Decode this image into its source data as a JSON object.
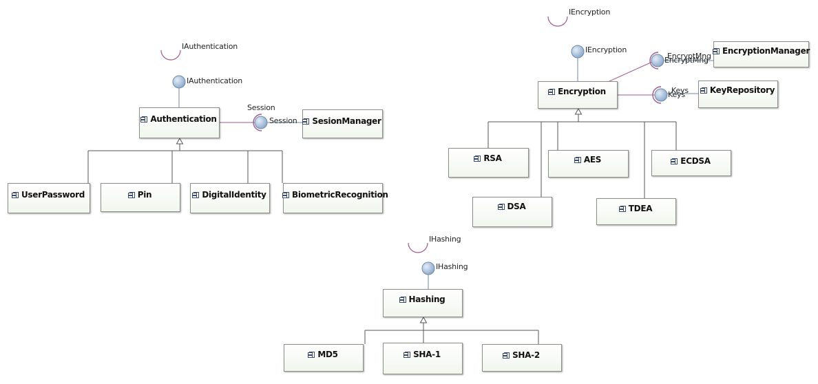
{
  "diagram": {
    "components": {
      "authentication": "Authentication",
      "sesion_manager": "SesionManager",
      "user_password": "UserPassword",
      "pin": "Pin",
      "digital_identity": "DigitalIdentity",
      "biometric_recognition": "BiometricRecognition",
      "encryption": "Encryption",
      "encryption_manager": "EncryptionManager",
      "key_repository": "KeyRepository",
      "rsa": "RSA",
      "aes": "AES",
      "ecdsa": "ECDSA",
      "dsa": "DSA",
      "tdea": "TDEA",
      "hashing": "Hashing",
      "md5": "MD5",
      "sha1": "SHA-1",
      "sha2": "SHA-2"
    },
    "labels": {
      "iauthentication_required": "IAuthentication",
      "iauthentication_provided": "IAuthentication",
      "session_top": "Session",
      "session_side": "Session",
      "iencryption_required": "IEncryption",
      "iencryption_provided": "IEncryption",
      "encryptmng_a": "EncryptMng",
      "encryptmng_b": "EncryptMng",
      "keys_a": "Keys",
      "keys_b": "Keys",
      "ihashing_required": "IHashing",
      "ihashing_provided": "IHashing"
    },
    "colors": {
      "line": "#6d8aa6",
      "socket": "#a05a8e",
      "ball": "#a9c0dc",
      "generalization": "#555555"
    }
  }
}
